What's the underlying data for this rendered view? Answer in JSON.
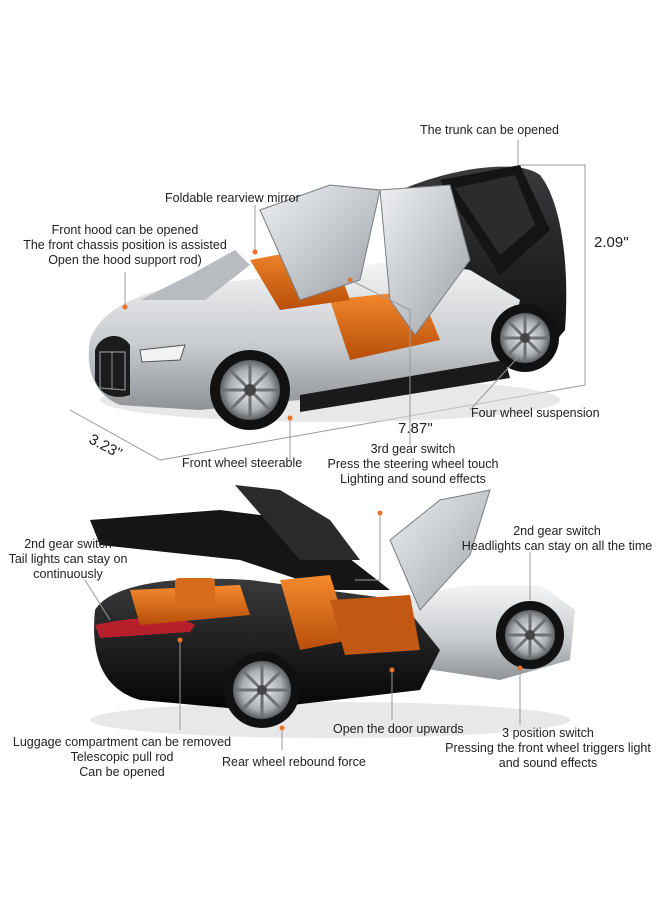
{
  "top": {
    "trunk": "The trunk can be opened",
    "mirror": "Foldable rearview mirror",
    "hood": [
      "Front hood can be opened",
      "The front chassis position is assisted",
      "Open the hood support rod)"
    ],
    "height": "2.09''",
    "length": "7.87''",
    "width": "3.23''",
    "suspension": "Four wheel suspension",
    "steerable": "Front wheel steerable",
    "gear3": [
      "3rd gear switch",
      "Press the steering wheel touch",
      "Lighting and sound effects"
    ]
  },
  "bottom": {
    "taillights": [
      "2nd gear switch",
      "Tail lights can stay on",
      "continuously"
    ],
    "headlights": [
      "2nd gear switch",
      "Headlights can stay on all the time"
    ],
    "luggage": [
      "Luggage compartment can be removed",
      "Telescopic pull rod",
      "Can be opened"
    ],
    "rebound": "Rear wheel rebound force",
    "door": "Open the door upwards",
    "position3": [
      "3 position switch",
      "Pressing the front wheel triggers light",
      "and sound effects"
    ]
  },
  "colors": {
    "body_silver": "#d9dcdf",
    "body_black": "#111111",
    "interior_orange": "#e46a14",
    "callout_dot": "#e8732a",
    "guide_line": "#9a9a9a"
  }
}
